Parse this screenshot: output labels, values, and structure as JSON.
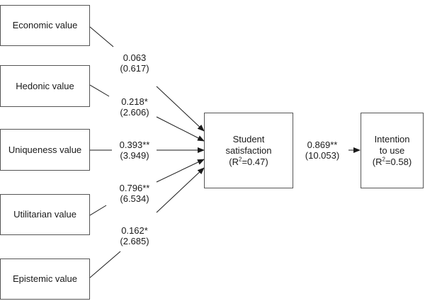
{
  "predictors": [
    {
      "name": "Economic value",
      "coef": "0.063",
      "t": "(0.617)"
    },
    {
      "name": "Hedonic value",
      "coef": "0.218*",
      "t": "(2.606)"
    },
    {
      "name": "Uniqueness value",
      "coef": "0.393**",
      "t": "(3.949)"
    },
    {
      "name": "Utilitarian value",
      "coef": "0.796**",
      "t": "(6.534)"
    },
    {
      "name": "Epistemic value",
      "coef": "0.162*",
      "t": "(2.685)"
    }
  ],
  "mediator": {
    "line1": "Student",
    "line2": "satisfaction",
    "r2_prefix": "(R",
    "r2_sup": "2",
    "r2_suffix": "=0.47)"
  },
  "outcome": {
    "line1": "Intention",
    "line2": "to use",
    "r2_prefix": "(R",
    "r2_sup": "2",
    "r2_suffix": "=0.58)"
  },
  "path_to_outcome": {
    "coef": "0.869**",
    "t": "(10.053)"
  },
  "colors": {
    "line": "#1a1a1a",
    "border": "#555555"
  }
}
